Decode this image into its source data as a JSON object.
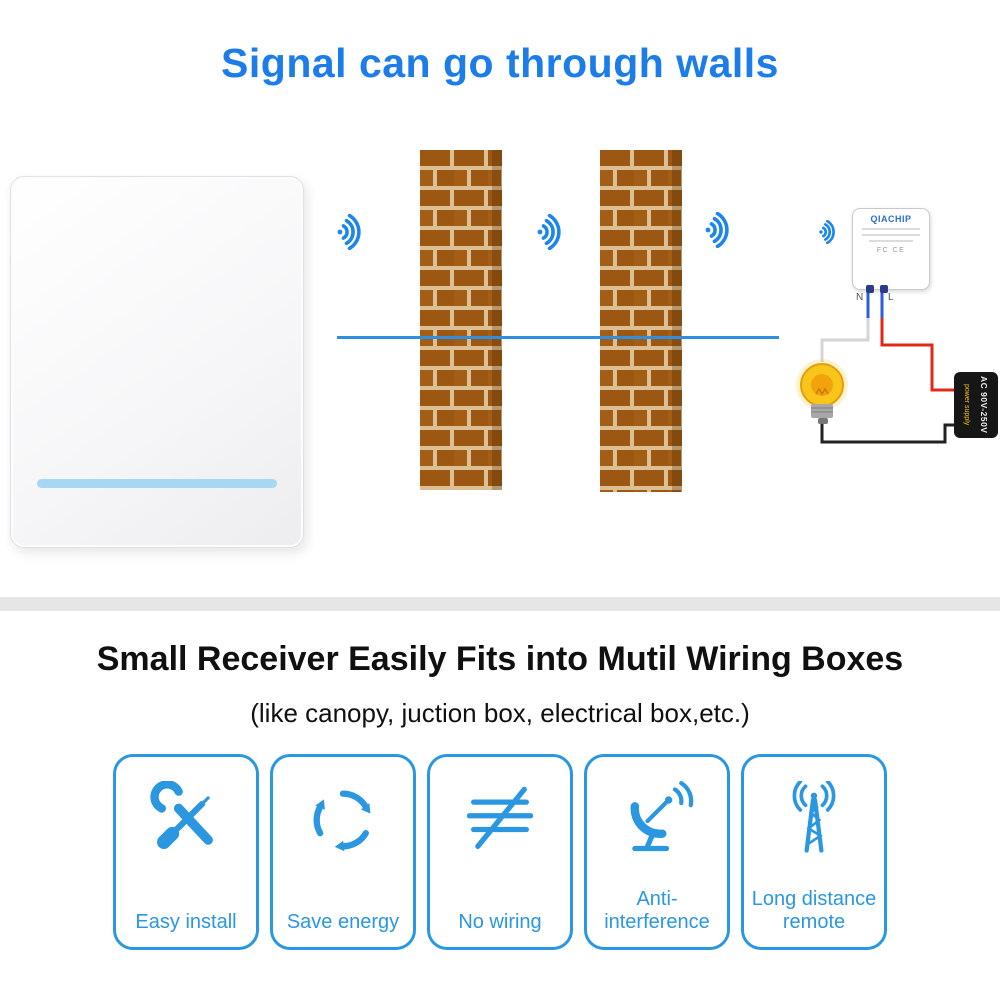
{
  "title": "Signal can go through walls",
  "scene": {
    "wifi_icon": "wifi-signal-icon",
    "receiver": {
      "brand": "QIACHIP",
      "certs": "FC CE"
    },
    "power_module": {
      "label": "AC 90V-250V",
      "side_label": "power supply"
    },
    "wire_labels": {
      "neutral": "N",
      "live": "L"
    }
  },
  "section2": {
    "heading": "Small Receiver Easily Fits into Mutil Wiring Boxes",
    "subheading": "(like canopy, juction box, electrical box,etc.)",
    "features": [
      {
        "label": "Easy install",
        "icon": "tools-icon"
      },
      {
        "label": "Save energy",
        "icon": "recycle-icon"
      },
      {
        "label": "No wiring",
        "icon": "no-wiring-icon"
      },
      {
        "label": "Anti-interference",
        "icon": "satellite-dish-icon"
      },
      {
        "label": "Long distance remote",
        "icon": "radio-tower-icon"
      }
    ]
  },
  "colors": {
    "title_blue": "#1d7de8",
    "feature_blue": "#2a97e0",
    "signal_line_blue": "#2e8fe0",
    "brick": "#9c5812",
    "mortar": "#dcc094",
    "switch_stripe_blue": "#a6d7f3",
    "bulb_yellow": "#f9c51b"
  }
}
